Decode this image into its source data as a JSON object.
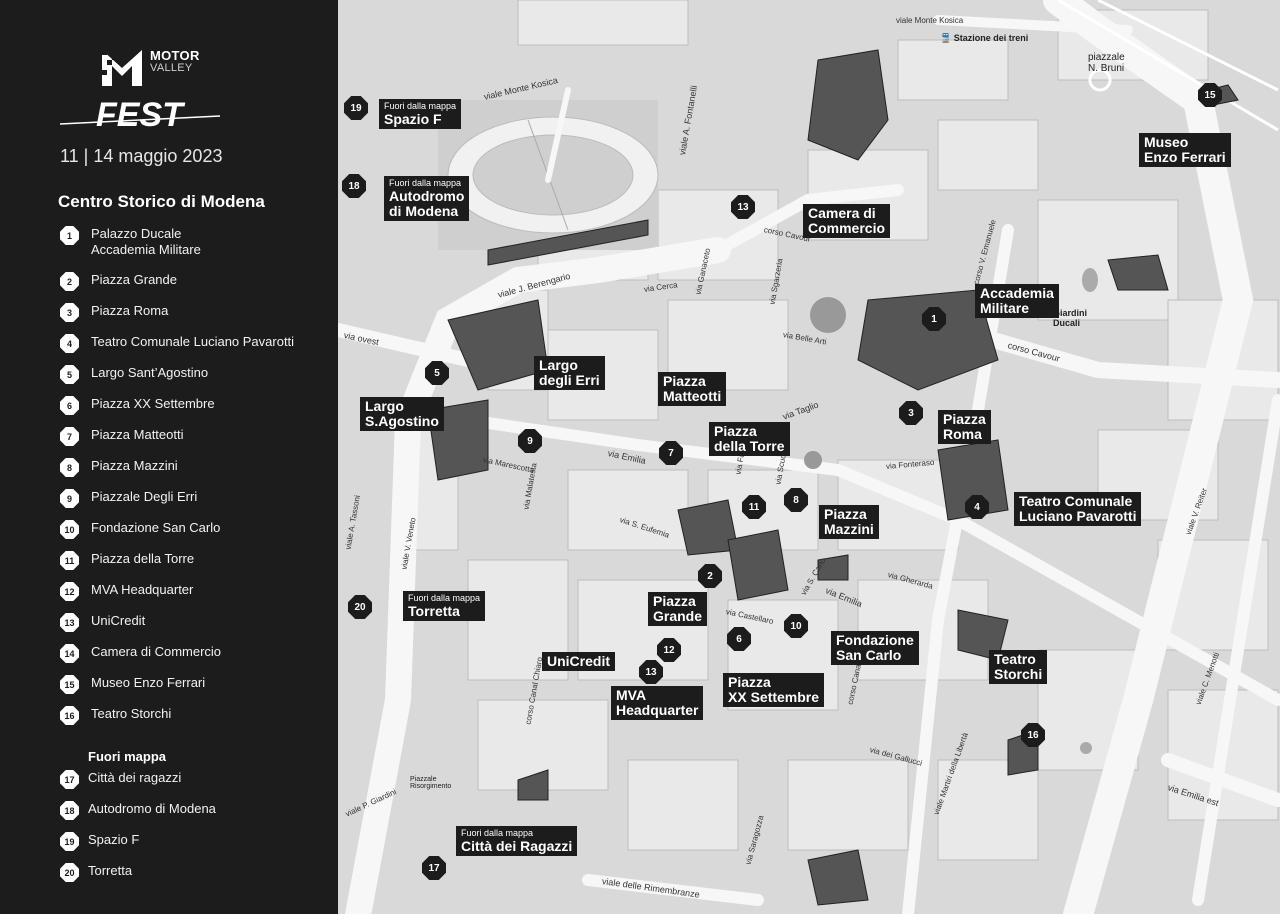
{
  "brand": {
    "motor": "MOTOR",
    "valley": "VALLEY",
    "fest": "FEST",
    "dates": "11 | 14 maggio 2023"
  },
  "legend": {
    "title": "Centro Storico di Modena",
    "items": [
      {
        "num": "1",
        "label": "Palazzo Ducale\nAccademia Militare"
      },
      {
        "num": "2",
        "label": "Piazza Grande"
      },
      {
        "num": "3",
        "label": "Piazza Roma"
      },
      {
        "num": "4",
        "label": "Teatro Comunale Luciano Pavarotti"
      },
      {
        "num": "5",
        "label": "Largo Sant’Agostino"
      },
      {
        "num": "6",
        "label": "Piazza XX Settembre"
      },
      {
        "num": "7",
        "label": "Piazza Matteotti"
      },
      {
        "num": "8",
        "label": "Piazza Mazzini"
      },
      {
        "num": "9",
        "label": "Piazzale Degli Erri"
      },
      {
        "num": "10",
        "label": "Fondazione San Carlo"
      },
      {
        "num": "11",
        "label": "Piazza della Torre"
      },
      {
        "num": "12",
        "label": "MVA Headquarter"
      },
      {
        "num": "13",
        "label": "UniCredit"
      },
      {
        "num": "14",
        "label": "Camera di Commercio"
      },
      {
        "num": "15",
        "label": "Museo Enzo Ferrari"
      },
      {
        "num": "16",
        "label": "Teatro Storchi"
      }
    ],
    "outside_title": "Fuori mappa",
    "outside_items": [
      {
        "num": "17",
        "label": "Città dei ragazzi"
      },
      {
        "num": "18",
        "label": "Autodromo di Modena"
      },
      {
        "num": "19",
        "label": "Spazio F"
      },
      {
        "num": "20",
        "label": "Torretta"
      }
    ]
  },
  "map": {
    "markers": [
      {
        "num": "1",
        "label": "Accademia\nMilitare",
        "sub": ""
      },
      {
        "num": "2",
        "label": "Piazza\nGrande",
        "sub": ""
      },
      {
        "num": "3",
        "label": "Piazza\nRoma",
        "sub": ""
      },
      {
        "num": "4",
        "label": "Teatro Comunale\nLuciano Pavarotti",
        "sub": ""
      },
      {
        "num": "5",
        "label": "Largo\nS.Agostino",
        "sub": ""
      },
      {
        "num": "6",
        "label": "Piazza\nXX Settembre",
        "sub": ""
      },
      {
        "num": "7",
        "label": "Piazza\nMatteotti",
        "sub": ""
      },
      {
        "num": "8",
        "label": "Piazza\nMazzini",
        "sub": ""
      },
      {
        "num": "9",
        "label": "Largo\ndegli Erri",
        "sub": ""
      },
      {
        "num": "10",
        "label": "Fondazione\nSan Carlo",
        "sub": ""
      },
      {
        "num": "11",
        "label": "Piazza\ndella Torre",
        "sub": ""
      },
      {
        "num": "12",
        "label": "MVA\nHeadquarter",
        "sub": ""
      },
      {
        "num": "13",
        "label": "UniCredit",
        "sub": ""
      },
      {
        "num": "13",
        "label": "Camera di\nCommercio",
        "sub": ""
      },
      {
        "num": "15",
        "label": "Museo\nEnzo Ferrari",
        "sub": ""
      },
      {
        "num": "16",
        "label": "Teatro\nStorchi",
        "sub": ""
      },
      {
        "num": "17",
        "label": "Città dei Ragazzi",
        "sub": "Fuori dalla mappa"
      },
      {
        "num": "18",
        "label": "Autodromo\ndi Modena",
        "sub": "Fuori dalla mappa"
      },
      {
        "num": "19",
        "label": "Spazio F",
        "sub": "Fuori dalla mappa"
      },
      {
        "num": "20",
        "label": "Torretta",
        "sub": "Fuori dalla mappa"
      }
    ],
    "streets": [
      "viale Monte Kosica",
      "viale Monte Kosica",
      "viale A. Fontanelli",
      "viale J. Berengario",
      "via Ganaceto",
      "via Cerca",
      "corso Cavour",
      "corso Cavour",
      "corso V. Emanuele",
      "via Emilia",
      "via Emilia",
      "via Emilia est",
      "via Taglio",
      "viale A. Tassoni",
      "viale V. Veneto",
      "corso Canal Chiaro",
      "corso Canalgrande",
      "viale Martiri della Libertà",
      "viale delle Rimembranze",
      "via Castellaro",
      "via S. Carlo",
      "via Fonteraso",
      "via Farini",
      "via Scudari",
      "viale V. Reiter",
      "viale C. Menotti",
      "via Belle Arti",
      "via Gherarda",
      "via dei Gallucci",
      "viale P. Giardini",
      "via Sgarzeria",
      "via ovest",
      "via Saragozza",
      "via S. Eufemia",
      "via Marescotta",
      "via Malatesta"
    ],
    "landmarks": [
      "Stazione dei treni",
      "piazzale\nN. Bruni",
      "Giardini\nDucali",
      "Piazzale\nRisorgimento"
    ]
  }
}
